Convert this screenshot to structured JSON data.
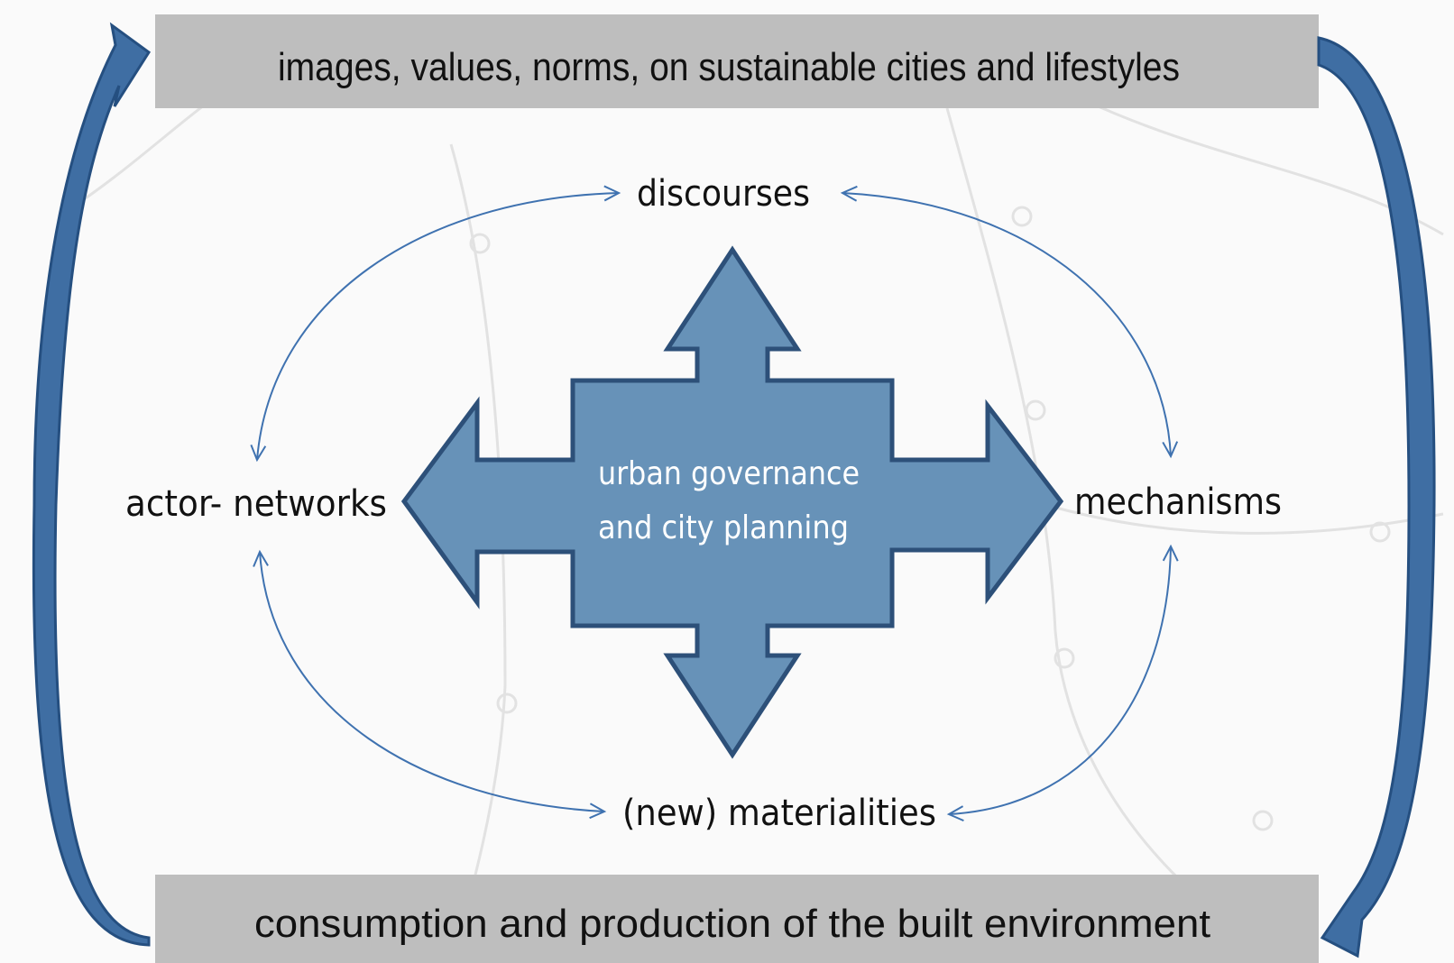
{
  "top_bar": {
    "label": "images, values, norms, on sustainable cities and lifestyles"
  },
  "bottom_bar": {
    "label": "consumption and production of the built environment"
  },
  "nodes": {
    "discourses": "discourses",
    "actor_networks": "actor- networks",
    "mechanisms": "mechanisms",
    "materialities": "(new) materialities"
  },
  "center": {
    "line1": "urban governance",
    "line2": "and  city planning"
  },
  "colors": {
    "bar_fill": "#bebebe",
    "big_arrow_fill": "#3f6ea3",
    "big_arrow_stroke": "#254f80",
    "center_fill": "#6792b8",
    "center_stroke": "#2d5079",
    "connector": "#3f72b0",
    "background_map_line": "#e2e2e2"
  }
}
